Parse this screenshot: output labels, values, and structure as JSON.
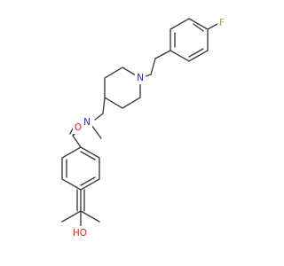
{
  "diagram": {
    "atoms": [
      {
        "id": "F",
        "text": "F",
        "color": "#8fb532"
      },
      {
        "id": "N1",
        "text": "N",
        "color": "#2626d4"
      },
      {
        "id": "N2",
        "text": "N",
        "color": "#2626d4"
      },
      {
        "id": "O1",
        "text": "O",
        "color": "#e0261b"
      },
      {
        "id": "OH",
        "text": "HO",
        "color": "#e0261b"
      }
    ],
    "bond_color": "#3a3a3a"
  }
}
